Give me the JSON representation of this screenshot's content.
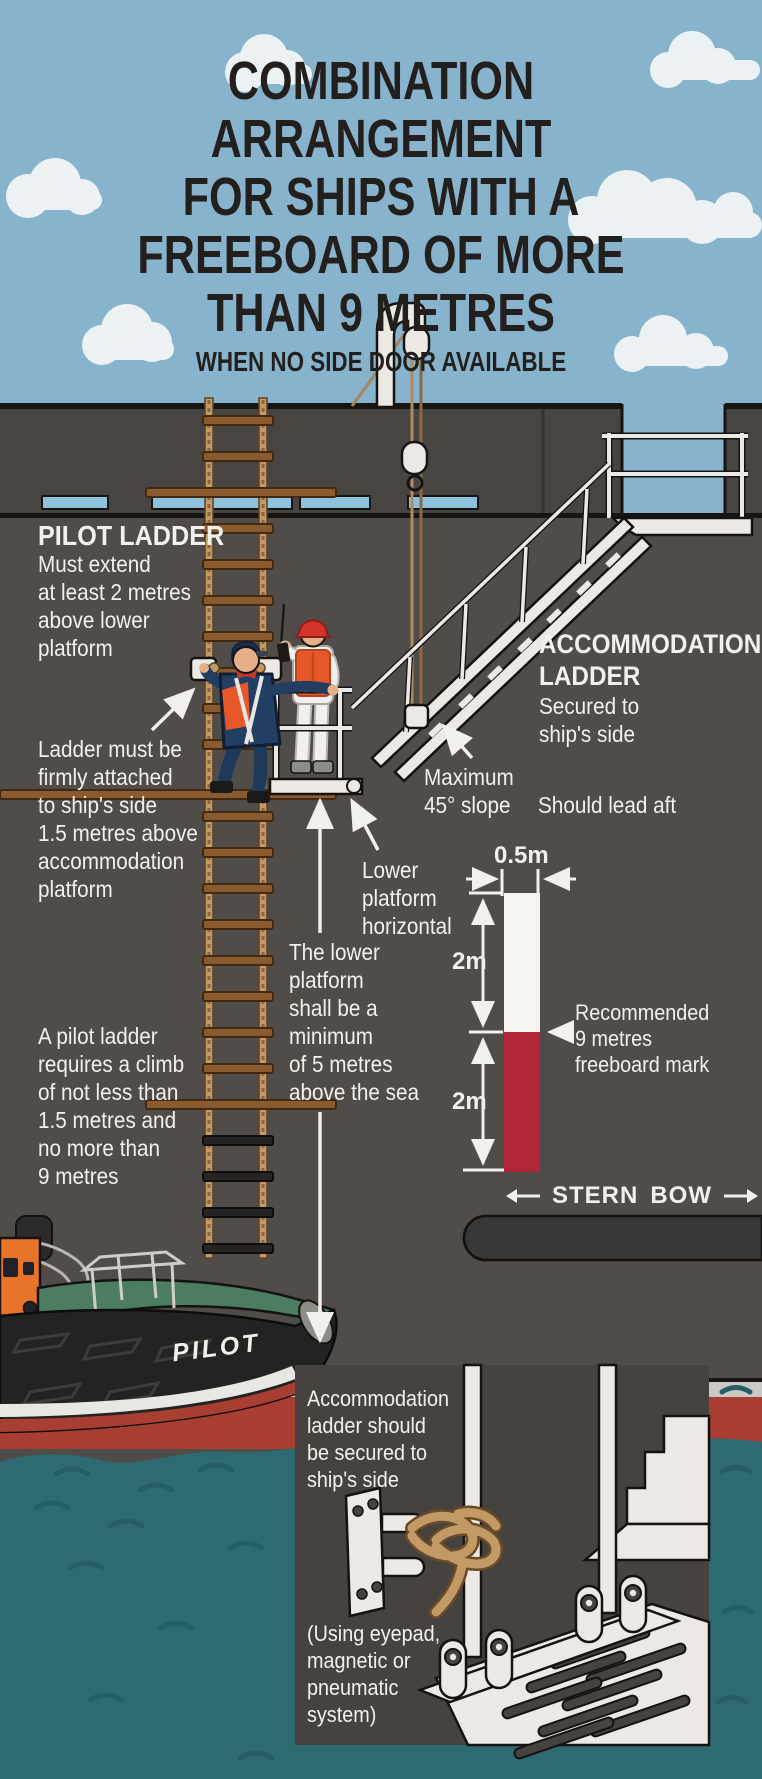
{
  "title": {
    "lines": [
      "COMBINATION ARRANGEMENT",
      "FOR SHIPS WITH A",
      "FREEBOARD OF MORE",
      "THAN 9 METRES"
    ],
    "subtitle": "WHEN NO SIDE DOOR AVAILABLE"
  },
  "pilot_ladder": {
    "heading": "PILOT LADDER",
    "extend_note": "Must extend\nat least 2 metres\nabove lower\nplatform",
    "attach_note": "Ladder must be\nfirmly attached\nto ship's side\n1.5 metres above\naccommodation\nplatform",
    "climb_note": "A pilot ladder\nrequires a climb\nof not less than\n1.5 metres and\nno more than\n9 metres"
  },
  "accommodation_ladder": {
    "heading": "ACCOMMODATION\nLADDER",
    "secured_note": "Secured to\nship's side",
    "slope_note": "Maximum\n45° slope",
    "lead_aft_note": "Should lead aft",
    "lower_platform_note": "Lower\nplatform\nhorizontal",
    "height_note": "The lower\nplatform\nshall be a\nminimum\nof 5 metres\nabove the sea"
  },
  "freeboard_mark": {
    "width_label": "0.5m",
    "upper_segment_label": "2m",
    "lower_segment_label": "2m",
    "mark_note": "Recommended\n9 metres\nfreeboard mark",
    "stern_label": "STERN",
    "bow_label": "BOW"
  },
  "pilot_boat": {
    "name": "PILOT"
  },
  "inset": {
    "secured_note": "Accommodation\nladder should\nbe secured to\nship's side",
    "method_note": "(Using eyepad,\nmagnetic or\npneumatic\nsystem)"
  },
  "colors": {
    "sky": "#87b3cd",
    "hull": "#4f4c4a",
    "bulwark": "#474442",
    "sea": "#2d6a71",
    "hull_red": "#a93e33",
    "mark_red": "#b22738",
    "text": "#f2f0ec",
    "title_text": "#221f1d",
    "rope": "#c19a66",
    "safety_orange": "#e8572a",
    "white_paint": "#ece9e4"
  }
}
